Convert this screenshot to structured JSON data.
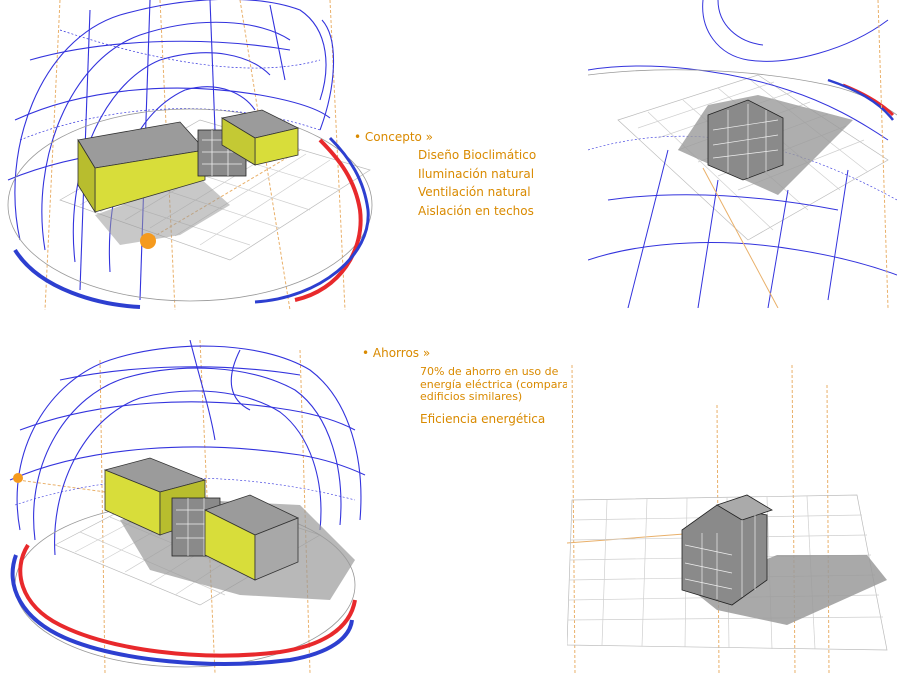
{
  "sections": {
    "concepto": {
      "heading": "• Concepto »",
      "items": [
        "Diseño Bioclimático",
        "Iluminación natural",
        "Ventilación natural",
        "Aislación en techos"
      ]
    },
    "ahorros": {
      "heading": "• Ahorros »",
      "paragraph_lines": [
        "70% de ahorro en uso de",
        "energía eléctrica (comparado a gastos en",
        "edificios similares)"
      ],
      "extra": "Eficiencia energética"
    }
  },
  "colors": {
    "text": "#d98a00",
    "sunpath_grid": "#3333dd",
    "sun_marker": "#f59a1e",
    "summer_arc": "#e8292c",
    "winter_arc": "#2d3fd0",
    "volume_fill": "#d8dd3a",
    "roof_fill": "#9b9b9b",
    "shadow": "#9a9a9a",
    "ground_grid": "#cfcfcf",
    "guide_lines": "#e9b06a"
  },
  "diagrams": [
    {
      "name": "sunpath-top-left"
    },
    {
      "name": "plan-top-right"
    },
    {
      "name": "sunpath-bottom-left"
    },
    {
      "name": "building-bottom-right"
    }
  ]
}
